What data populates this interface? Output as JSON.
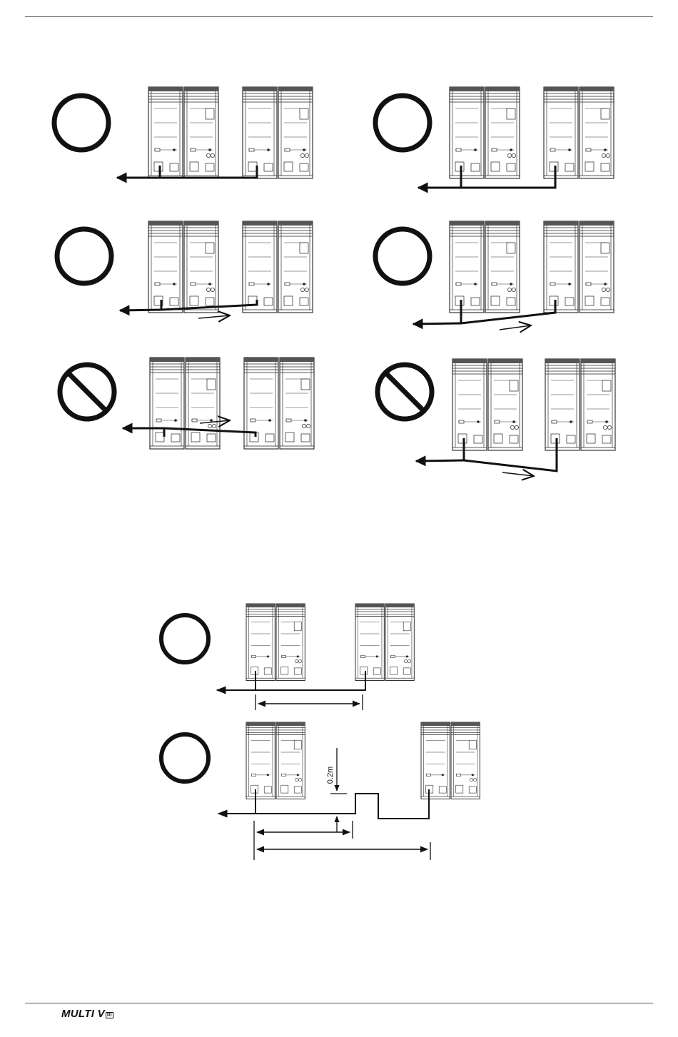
{
  "footer": {
    "brand": "MULTI V",
    "brand_badge": "III"
  },
  "dimension_label": "0.2m",
  "symbols": {
    "ok": "ok-circle-icon",
    "prohibited": "prohibited-icon"
  },
  "colors": {
    "line": "#111111",
    "unit_fill": "#ffffff",
    "unit_top": "#555555"
  }
}
